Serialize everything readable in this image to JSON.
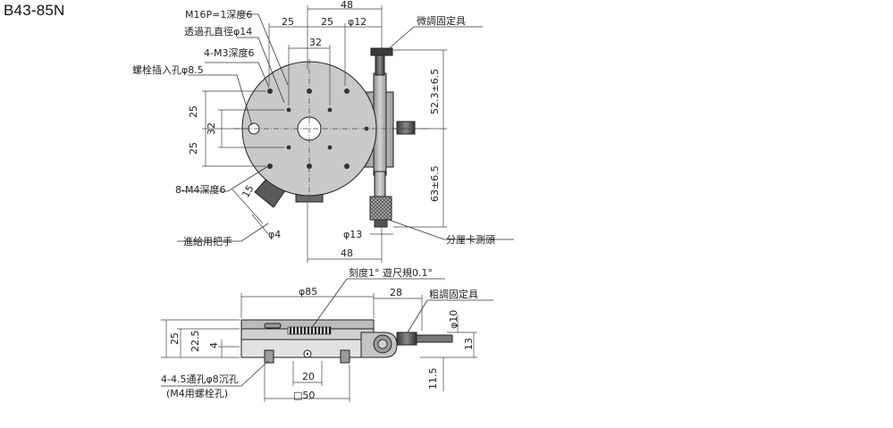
{
  "model": "B43-85N",
  "top_view": {
    "callouts": {
      "m16p": "M16P=1深度6",
      "through_hole": "透過孔直徑φ14",
      "m3": "4-M3深度6",
      "bolt_hole": "螺栓插入孔φ8.5",
      "m4": "8-M4深度6",
      "feed_handle": "進給用把手",
      "fine_lock": "微調固定具",
      "micrometer": "分厘卡測頭"
    },
    "dims": {
      "top_48": "48",
      "top_25a": "25",
      "top_25b": "25",
      "phi12": "φ12",
      "inner_32": "32",
      "left_25a": "25",
      "left_32": "32",
      "left_25b": "25",
      "right_52": "52.3±6.5",
      "right_63": "63±6.5",
      "handle_15": "15",
      "handle_phi4": "φ4",
      "phi13": "φ13",
      "bottom_48": "48"
    }
  },
  "side_view": {
    "callouts": {
      "scale": "刻度1° 遊尺規0.1°",
      "coarse_lock": "粗調固定具",
      "mount_holes": "4-4.5通孔φ8沉孔",
      "mount_holes_sub": "(M4用螺栓孔)"
    },
    "dims": {
      "phi85": "φ85",
      "d28": "28",
      "phi10": "φ10",
      "h25": "25",
      "h22_5": "22.5",
      "h4": "4",
      "d20": "20",
      "sq50": "□50",
      "h13": "13",
      "h11_5": "11.5"
    }
  }
}
